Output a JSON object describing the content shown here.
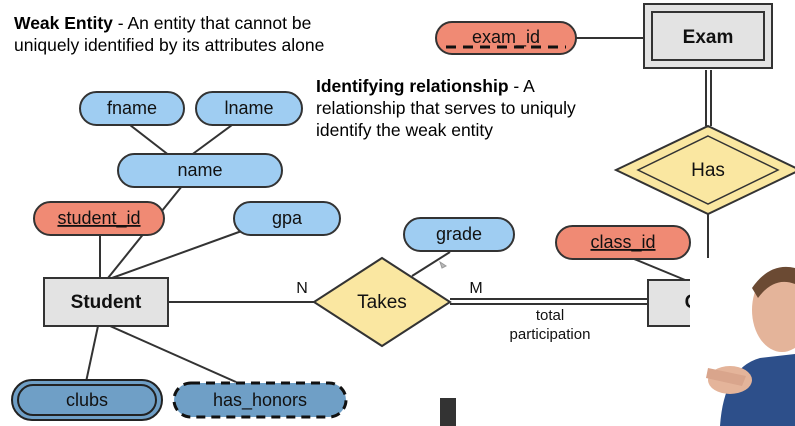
{
  "notes": {
    "weak_entity_title": "Weak Entity",
    "weak_entity_text_1": " - An entity that cannot be",
    "weak_entity_text_2": "uniquely identified by its attributes alone",
    "identifying_title": "Identifying relationship",
    "identifying_text_1": " - A",
    "identifying_text_2": "relationship that serves to uniquly",
    "identifying_text_3": "identify the weak entity"
  },
  "entities": {
    "exam": "Exam",
    "student": "Student",
    "class": "Class"
  },
  "relationships": {
    "has": "Has",
    "takes": "Takes"
  },
  "attributes": {
    "exam_id": "exam_id",
    "fname": "fname",
    "lname": "lname",
    "name": "name",
    "student_id": "student_id",
    "gpa": "gpa",
    "grade": "grade",
    "class_id": "class_id",
    "clubs": "clubs",
    "has_honors": "has_honors"
  },
  "cardinality": {
    "n": "N",
    "m": "M"
  },
  "participation_label_1": "total",
  "participation_label_2": "participation",
  "colors": {
    "attribute_blue": "#9fcdf2",
    "key_red": "#f08a74",
    "multivalued_blue": "#6f9fc6",
    "relationship_yellow": "#fae7a1",
    "entity_gray": "#e3e3e3",
    "stroke": "#333333"
  }
}
